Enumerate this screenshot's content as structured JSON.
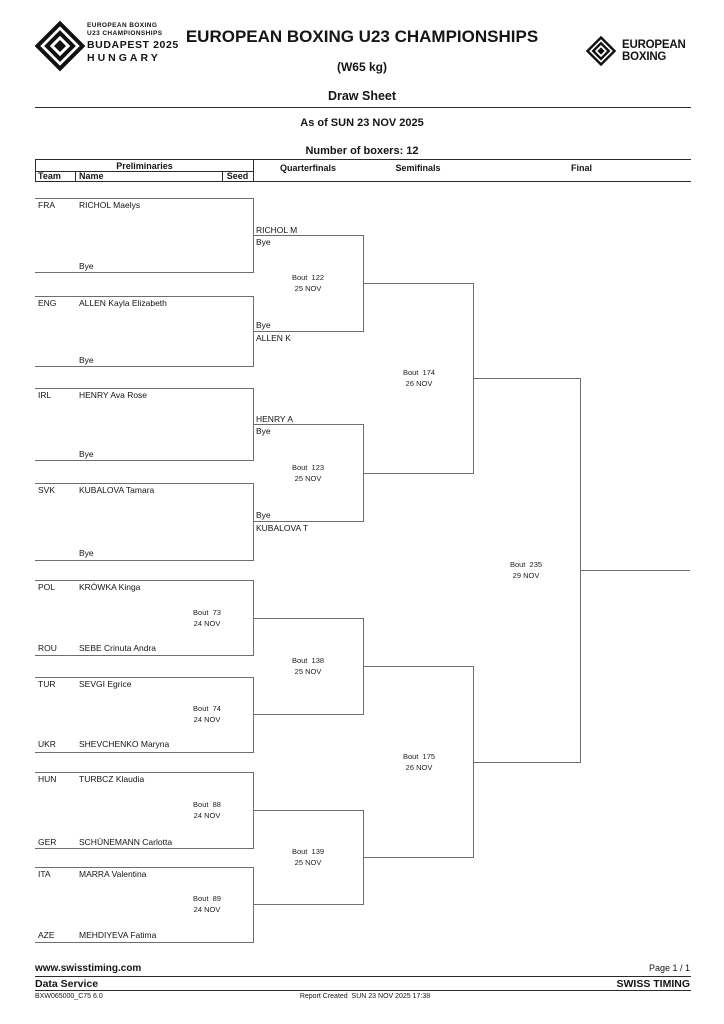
{
  "header": {
    "event_logo": {
      "line1": "EUROPEAN BOXING",
      "line2": "U23 CHAMPIONSHIPS",
      "line3": "BUDAPEST 2025",
      "line4": "HUNGARY"
    },
    "org_logo": {
      "line1": "EUROPEAN",
      "line2": "BOXING"
    },
    "title": "EUROPEAN BOXING U23 CHAMPIONSHIPS",
    "weight": "(W65 kg)",
    "doc_type": "Draw Sheet",
    "as_of": "As of SUN 23 NOV 2025",
    "boxers": "Number of boxers: 12"
  },
  "columns": {
    "prelim": "Preliminaries",
    "team": "Team",
    "name": "Name",
    "seed": "Seed",
    "qf": "Quarterfinals",
    "sf": "Semifinals",
    "final": "Final"
  },
  "bracket": {
    "prelims": [
      {
        "team1": "FRA",
        "boxer1": "RICHOL Maelys",
        "boxer2": "Bye"
      },
      {
        "team1": "ENG",
        "boxer1": "ALLEN Kayla Elizabeth",
        "boxer2": "Bye"
      },
      {
        "team1": "IRL",
        "boxer1": "HENRY Ava Rose",
        "boxer2": "Bye"
      },
      {
        "team1": "SVK",
        "boxer1": "KUBALOVA Tamara",
        "boxer2": "Bye"
      },
      {
        "team1": "POL",
        "boxer1": "KRÓWKA Kinga",
        "team2": "ROU",
        "boxer2": "SEBE Crinuta Andra",
        "bout": "Bout  73",
        "date": "24 NOV"
      },
      {
        "team1": "TUR",
        "boxer1": "SEVGI Egrice",
        "team2": "UKR",
        "boxer2": "SHEVCHENKO Maryna",
        "bout": "Bout  74",
        "date": "24 NOV"
      },
      {
        "team1": "HUN",
        "boxer1": "TURBCZ Klaudia",
        "team2": "GER",
        "boxer2": "SCHÜNEMANN Carlotta",
        "bout": "Bout  88",
        "date": "24 NOV"
      },
      {
        "team1": "ITA",
        "boxer1": "MARRA Valentina",
        "team2": "AZE",
        "boxer2": "MEHDIYEVA Fatima",
        "bout": "Bout  89",
        "date": "24 NOV"
      }
    ],
    "quarterfinals": [
      {
        "top": "RICHOL M",
        "top_note": "Bye",
        "bottom_note": "Bye",
        "bottom": "ALLEN K",
        "bout": "Bout  122",
        "date": "25 NOV"
      },
      {
        "top": "HENRY A",
        "top_note": "Bye",
        "bottom_note": "Bye",
        "bottom": "KUBALOVA T",
        "bout": "Bout  123",
        "date": "25 NOV"
      },
      {
        "bout": "Bout  138",
        "date": "25 NOV"
      },
      {
        "bout": "Bout  139",
        "date": "25 NOV"
      }
    ],
    "semifinals": [
      {
        "bout": "Bout  174",
        "date": "26 NOV"
      },
      {
        "bout": "Bout  175",
        "date": "26 NOV"
      }
    ],
    "final": {
      "bout": "Bout  235",
      "date": "29 NOV"
    }
  },
  "footer": {
    "website": "www.swisstiming.com",
    "page": "Page 1 / 1",
    "service": "Data Service",
    "timing": "SWISS TIMING",
    "code": "BXW065000_C75 6.0",
    "report": "Report Created  SUN 23 NOV 2025 17:38"
  }
}
